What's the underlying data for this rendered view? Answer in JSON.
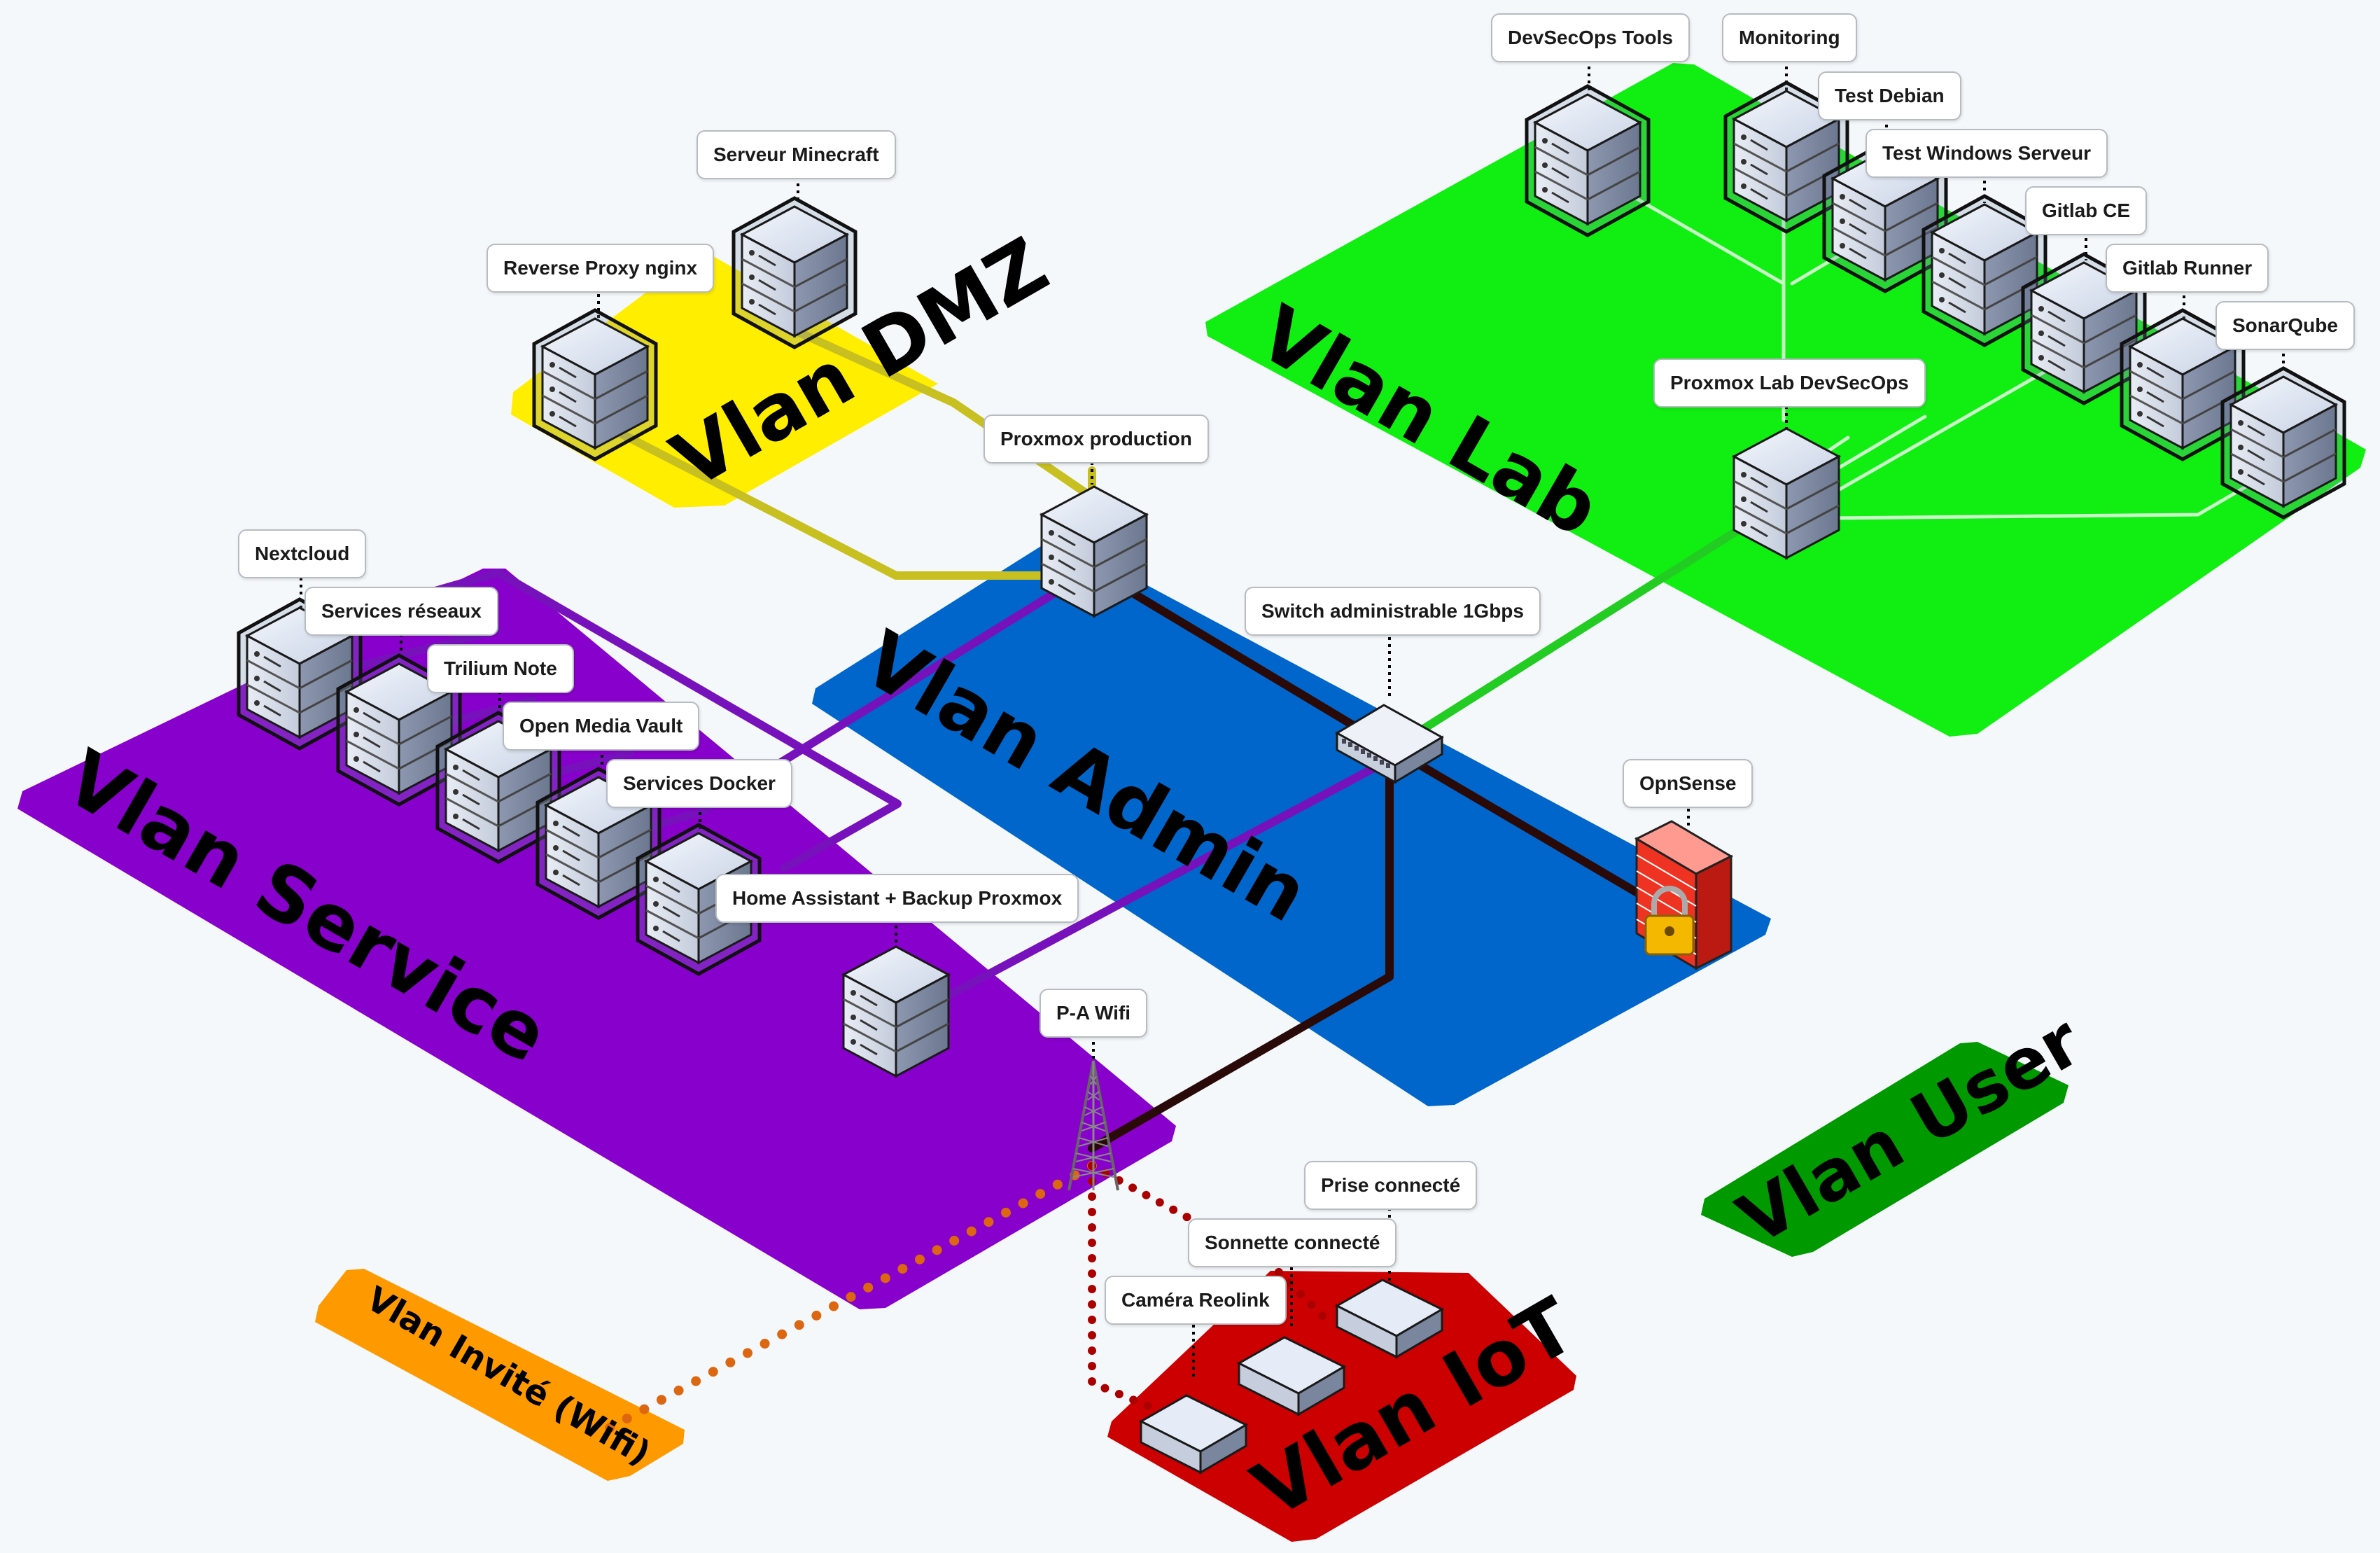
{
  "zones": {
    "dmz": {
      "label": "Vlan DMZ",
      "color": "#ffee00"
    },
    "lab": {
      "label": "Vlan Lab",
      "color": "#11ee11"
    },
    "admin": {
      "label": "Vlan Admin",
      "color": "#0066cc"
    },
    "service": {
      "label": "Vlan Service",
      "color": "#8800cc"
    },
    "guest": {
      "label": "Vlan Invité (Wifi)",
      "color": "#ff9900"
    },
    "iot": {
      "label": "Vlan IoT",
      "color": "#cc0000"
    },
    "user": {
      "label": "Vlan User",
      "color": "#009900"
    }
  },
  "nodes": {
    "minecraft": {
      "label": "Serveur Minecraft",
      "icon": "vm-server-icon"
    },
    "nginx": {
      "label": "Reverse Proxy nginx",
      "icon": "vm-server-icon"
    },
    "prox_prod": {
      "label": "Proxmox production",
      "icon": "server-icon"
    },
    "devsecops": {
      "label": "DevSecOps Tools",
      "icon": "vm-server-icon"
    },
    "monitoring": {
      "label": "Monitoring",
      "icon": "vm-server-icon"
    },
    "debian": {
      "label": "Test Debian",
      "icon": "vm-server-icon"
    },
    "windows": {
      "label": "Test Windows Serveur",
      "icon": "vm-server-icon"
    },
    "gitlab": {
      "label": "Gitlab CE",
      "icon": "vm-server-icon"
    },
    "runner": {
      "label": "Gitlab Runner",
      "icon": "vm-server-icon"
    },
    "sonar": {
      "label": "SonarQube",
      "icon": "vm-server-icon"
    },
    "prox_lab": {
      "label": "Proxmox Lab DevSecOps",
      "icon": "server-icon"
    },
    "nextcloud": {
      "label": "Nextcloud",
      "icon": "vm-server-icon"
    },
    "svc_net": {
      "label": "Services réseaux",
      "icon": "vm-server-icon"
    },
    "trilium": {
      "label": "Trilium Note",
      "icon": "vm-server-icon"
    },
    "omv": {
      "label": "Open Media Vault",
      "icon": "vm-server-icon"
    },
    "docker": {
      "label": "Services Docker",
      "icon": "vm-server-icon"
    },
    "ha": {
      "label": "Home Assistant + Backup Proxmox",
      "icon": "server-icon"
    },
    "switch": {
      "label": "Switch administrable 1Gbps",
      "icon": "switch-icon"
    },
    "opnsense": {
      "label": "OpnSense",
      "icon": "firewall-icon"
    },
    "wifi": {
      "label": "P-A Wifi",
      "icon": "antenna-icon"
    },
    "prise": {
      "label": "Prise connecté",
      "icon": "iot-device-icon"
    },
    "sonnette": {
      "label": "Sonnette connecté",
      "icon": "iot-device-icon"
    },
    "camera": {
      "label": "Caméra Reolink",
      "icon": "iot-device-icon"
    }
  },
  "link_colors": {
    "dmz": "#c8c020",
    "service": "#7711bb",
    "lab": "#22cc22",
    "trunk": "#2a0a08",
    "guest": "#dd6611",
    "iot": "#aa0000"
  }
}
